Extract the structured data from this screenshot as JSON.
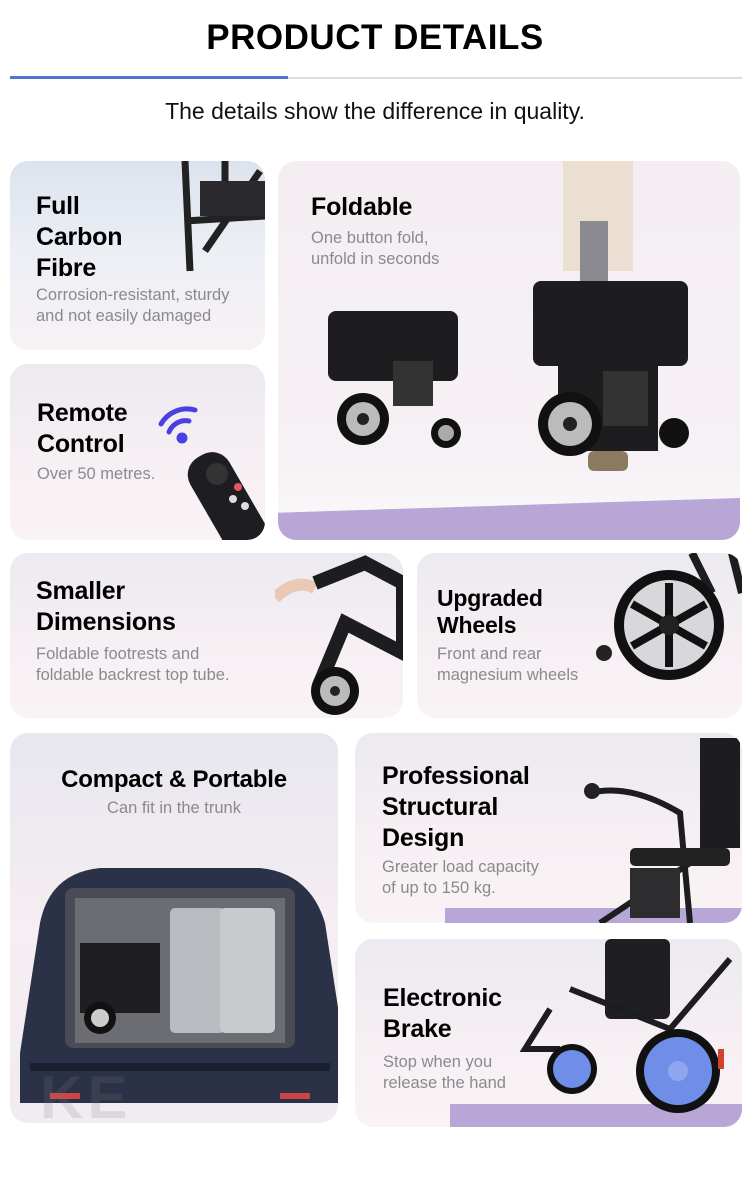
{
  "header": {
    "title": "PRODUCT DETAILS",
    "subtitle": "The details show the difference in quality."
  },
  "colors": {
    "accent": "#4f74cc",
    "floor": "#b7a6d6",
    "signal": "#4a3fe0",
    "wheel_blue": "#6f8ee8"
  },
  "watermark": "KE CHUAN",
  "cards": [
    {
      "title": "Full Carbon Fibre",
      "title_lines": [
        "Full",
        "Carbon",
        "Fibre"
      ],
      "desc_lines": [
        "Corrosion-resistant, sturdy",
        "and not easily damaged"
      ],
      "icon": "wheelchair-frame-photo"
    },
    {
      "title": "Foldable",
      "title_lines": [
        "Foldable"
      ],
      "desc_lines": [
        "One button fold,",
        "unfold in seconds"
      ],
      "icon": "folded-wheelchair-photo"
    },
    {
      "title": "Remote Control",
      "title_lines": [
        "Remote",
        "Control"
      ],
      "desc_lines": [
        "Over 50 metres."
      ],
      "icon": "remote-control-photo"
    },
    {
      "title": "Smaller Dimensions",
      "title_lines": [
        "Smaller",
        "Dimensions"
      ],
      "desc_lines": [
        "Foldable footrests and",
        "foldable backrest top tube."
      ],
      "icon": "footrest-photo"
    },
    {
      "title": "Upgraded Wheels",
      "title_lines": [
        "Upgraded",
        "Wheels"
      ],
      "desc_lines": [
        "Front and rear",
        "magnesium wheels"
      ],
      "icon": "wheel-photo"
    },
    {
      "title": "Compact & Portable",
      "title_lines": [
        "Compact & Portable"
      ],
      "desc_lines": [
        "Can fit in the trunk"
      ],
      "icon": "car-trunk-photo"
    },
    {
      "title": "Professional Structural Design",
      "title_lines": [
        "Professional",
        "Structural",
        "Design"
      ],
      "desc_lines": [
        "Greater load capacity",
        "of up to 150 kg."
      ],
      "icon": "wheelchair-side-photo"
    },
    {
      "title": "Electronic Brake",
      "title_lines": [
        "Electronic",
        "Brake"
      ],
      "desc_lines": [
        "Stop when you",
        "release the hand"
      ],
      "icon": "blue-wheels-photo"
    }
  ]
}
